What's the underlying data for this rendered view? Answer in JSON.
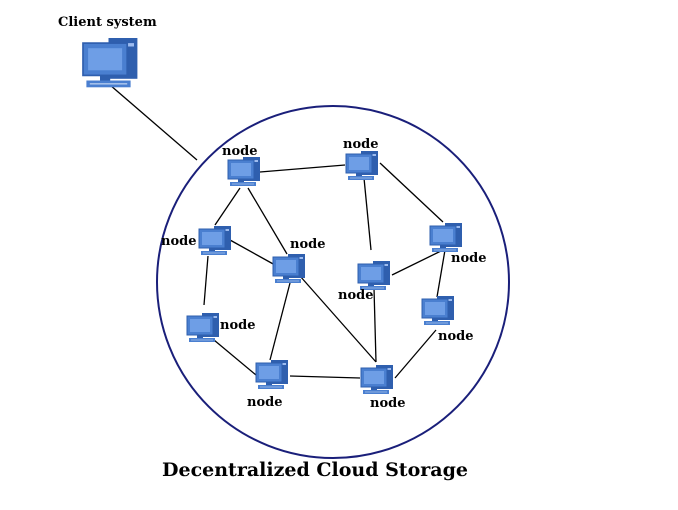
{
  "diagram": {
    "title": "Decentralized Cloud Storage",
    "client_label": "Client system",
    "node_label": "node",
    "colors": {
      "circle": "#1a1f7a",
      "monitor": "#4a7fd0",
      "monitor_dark": "#2f5fae",
      "screen": "#6e9ee6",
      "edge": "#000000"
    }
  }
}
